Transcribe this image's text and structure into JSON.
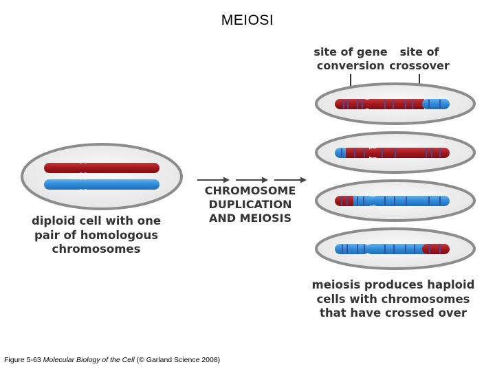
{
  "title": "MEIOSI",
  "labels": {
    "gene_conversion_line1": "site of gene",
    "gene_conversion_line2": "conversion",
    "crossover_line1": "site of",
    "crossover_line2": "crossover",
    "diploid_line1": "diploid cell with one",
    "diploid_line2": "pair of homologous",
    "diploid_line3": "chromosomes",
    "process_line1": "CHROMOSOME",
    "process_line2": "DUPLICATION",
    "process_line3": "AND MEIOSIS",
    "haploid_line1": "meiosis produces haploid",
    "haploid_line2": "cells with chromosomes",
    "haploid_line3": "that have crossed over"
  },
  "caption": {
    "figure": "Figure 5-63",
    "book": "Molecular Biology of the Cell",
    "credit": "(© Garland Science 2008)"
  },
  "colors": {
    "maternal_red": "#a3181c",
    "paternal_blue": "#2f8ad6",
    "cell_fill": "#f2f2f2",
    "cell_outline": "#8c8c8c",
    "label_text": "#333333"
  }
}
